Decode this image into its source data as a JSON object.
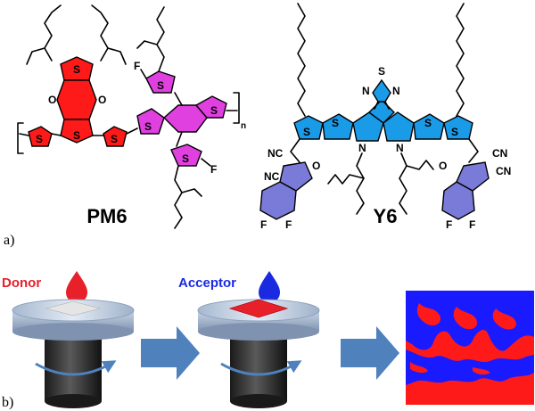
{
  "panel_a": {
    "label": "a)",
    "donor_molecule": {
      "name": "PM6",
      "repeat_subscript": "n",
      "atoms": {
        "S": "S",
        "O": "O",
        "F": "F"
      },
      "colors": {
        "core": "#ff1a1a",
        "benzodithiophene": "#e040e0",
        "side_thiophene": "#e040e0",
        "linker_thiophene": "#ff1a1a"
      }
    },
    "acceptor_molecule": {
      "name": "Y6",
      "atoms": {
        "S": "S",
        "N": "N",
        "O": "O",
        "F": "F",
        "CN": "NC",
        "CN_right": "CN"
      },
      "colors": {
        "fused_core": "#1a9be8",
        "end_group": "#7a7ad8"
      }
    }
  },
  "panel_b": {
    "label": "b)",
    "donor_label": "Donor",
    "acceptor_label": "Acceptor",
    "colors": {
      "donor": "#e8202a",
      "acceptor": "#1a2ae0",
      "arrow": "#4f81bd",
      "morph_donor": "#ff1a1a",
      "morph_acceptor": "#1a1aff"
    }
  }
}
